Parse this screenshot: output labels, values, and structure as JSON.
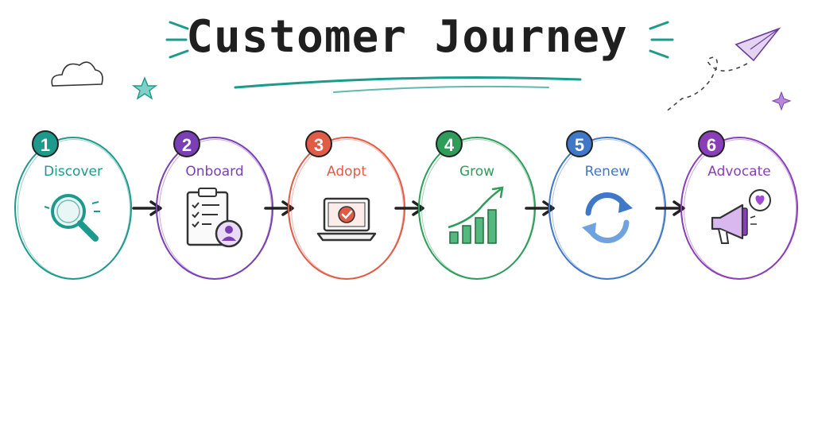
{
  "title": "Customer Journey",
  "steps": [
    {
      "number": "1",
      "label": "Discover",
      "color": "#1e9a8c",
      "icon": "magnifier-icon"
    },
    {
      "number": "2",
      "label": "Onboard",
      "color": "#7b3fb5",
      "icon": "clipboard-checklist-icon"
    },
    {
      "number": "3",
      "label": "Adopt",
      "color": "#e25b47",
      "icon": "laptop-check-icon"
    },
    {
      "number": "4",
      "label": "Grow",
      "color": "#2e9d5a",
      "icon": "growth-chart-icon"
    },
    {
      "number": "5",
      "label": "Renew",
      "color": "#3f78c8",
      "icon": "refresh-cycle-icon"
    },
    {
      "number": "6",
      "label": "Advocate",
      "color": "#8a3fb8",
      "icon": "megaphone-heart-icon"
    }
  ]
}
